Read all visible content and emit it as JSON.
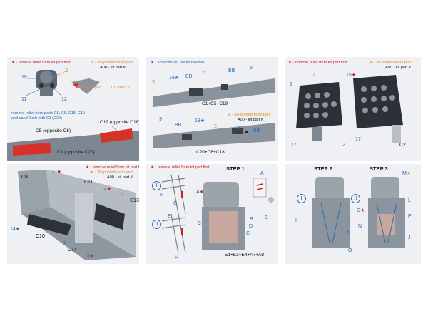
{
  "legend": {
    "remove_relief": "- remove relief from kit part first",
    "resin_part": "- 3D-printed resin part",
    "kit_part": "- kit part #",
    "scratchbuild": "- scratchbuild boxes needed",
    "resin_letter": "A",
    "kit_code": "A00"
  },
  "panel1": {
    "labels": [
      "10",
      "BB",
      "1",
      "11",
      "12"
    ],
    "cut_note": "cut off this part",
    "c5c6": "C5 and C6",
    "remove_note_1": "remove relief from parts C5, C6, C18, C19",
    "remove_note_2": "and sand flush with C1 (C20)",
    "c19": "C19 (opposite C18)",
    "c5": "C5 (opposite C6)",
    "c1": "C1 (opposite C20)"
  },
  "panel2": {
    "labels_top": [
      "3",
      "18",
      "BB",
      "7",
      "BB",
      "6"
    ],
    "caption_top": "C1+C5+C19",
    "star_18": "18",
    "labels_bottom": [
      "9",
      "BB",
      "2",
      "8",
      "BB"
    ],
    "caption_bottom": "C20+C6+C18"
  },
  "panel3": {
    "labels": [
      "1",
      "15",
      "17",
      "17",
      "2",
      "C2"
    ],
    "num_1": "1"
  },
  "panel4": {
    "labels": [
      "C8",
      "13",
      "C11",
      "4",
      "5",
      "C13",
      "14",
      "C10",
      "3",
      "C14",
      "5"
    ]
  },
  "panel5": {
    "step1": "STEP 1",
    "roman": [
      "I",
      "II"
    ],
    "part_labels": [
      "F",
      "G",
      "E",
      "H"
    ],
    "seat_labels": [
      "A",
      "B",
      "C",
      "C",
      "D",
      "A",
      "C"
    ],
    "formula": "E1+E3+E4+A7+A8"
  },
  "panel6": {
    "step2": "STEP 2",
    "step3": "STEP 3",
    "roman": [
      "I",
      "II"
    ],
    "labels_left": [
      "I",
      "J",
      "K"
    ],
    "labels_right": [
      "M",
      "L",
      "D",
      "N",
      "P",
      "J",
      "O"
    ]
  },
  "colors": {
    "red_star": "#d21f1f",
    "orange": "#e08a1c",
    "blue": "#2a6fb5",
    "panel_bg": "#eef0f3"
  }
}
